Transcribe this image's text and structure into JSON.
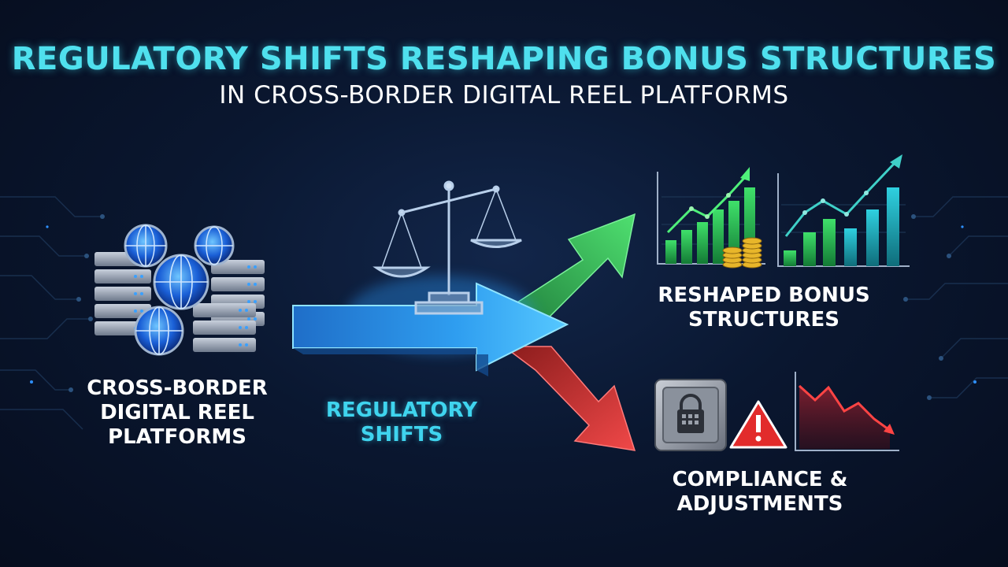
{
  "title": {
    "line1": "REGULATORY SHIFTS RESHAPING BONUS STRUCTURES",
    "line2": "IN CROSS-BORDER DIGITAL REEL PLATFORMS"
  },
  "nodes": {
    "platforms": "CROSS-BORDER\nDIGITAL REEL\nPLATFORMS",
    "shifts": "REGULATORY\nSHIFTS",
    "reshaped": "RESHAPED BONUS\nSTRUCTURES",
    "compliance": "COMPLIANCE &\nADJUSTMENTS"
  },
  "icons": [
    "server-rack-icon",
    "globe-icon",
    "scales-of-justice-icon",
    "bar-chart-up-icon",
    "coin-stack-icon",
    "vault-lock-icon",
    "warning-icon",
    "line-chart-down-icon"
  ],
  "colors": {
    "title_accent": "#4fe0ee",
    "shifts_accent": "#3fd4ee",
    "arrow_main": "#2a8fe0",
    "arrow_up": "#38c060",
    "arrow_down": "#d63a3a",
    "warning": "#e22b2b"
  }
}
